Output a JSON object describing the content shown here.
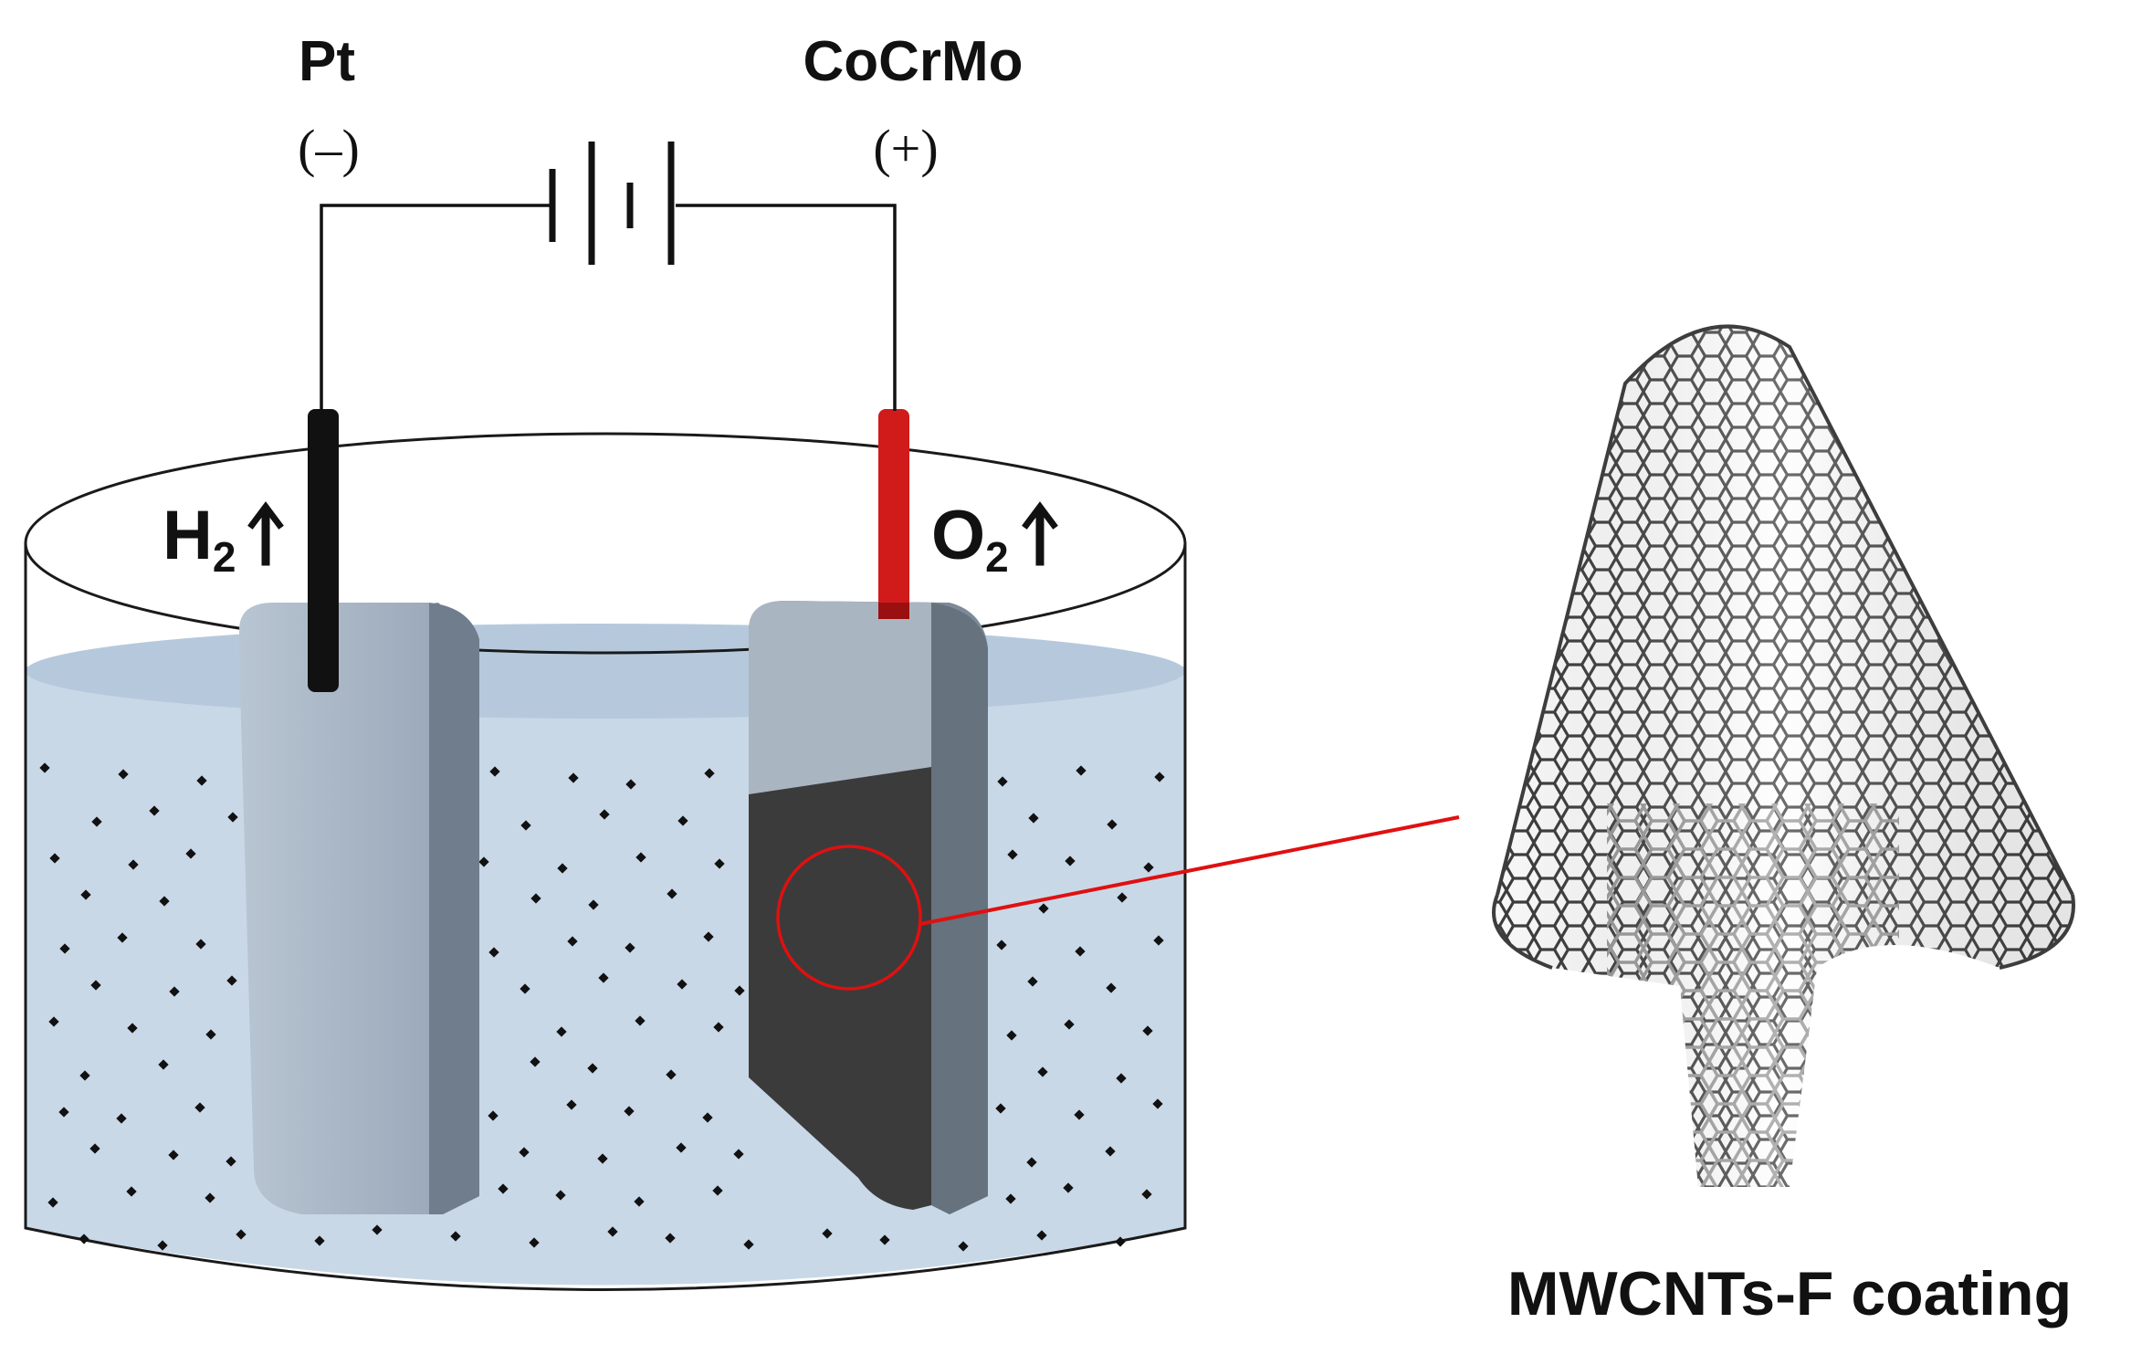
{
  "labels": {
    "anode_material": "Pt",
    "anode_polarity": "(–)",
    "cathode_material": "CoCrMo",
    "cathode_polarity": "(+)",
    "gas_left": "H",
    "gas_left_sub": "2",
    "gas_right": "O",
    "gas_right_sub": "2",
    "coating_label": "MWCNTs-F coating"
  },
  "colors": {
    "electrolyte": "#c8d7e6",
    "electrolyte_surface": "#b3c8dc",
    "plate_left": "#a9b7c6",
    "plate_right_upper": "#a3b0bd",
    "coating": "#3b3b3b",
    "positive_lead": "#d11a1a",
    "negative_lead": "#111111",
    "highlight_circle": "#e01010",
    "nanotube": "#4a4a4a"
  },
  "icons": {
    "battery": "battery-symbol-icon",
    "gas_arrow": "up-arrow-icon",
    "nanotube": "carbon-nanotube-icon"
  }
}
